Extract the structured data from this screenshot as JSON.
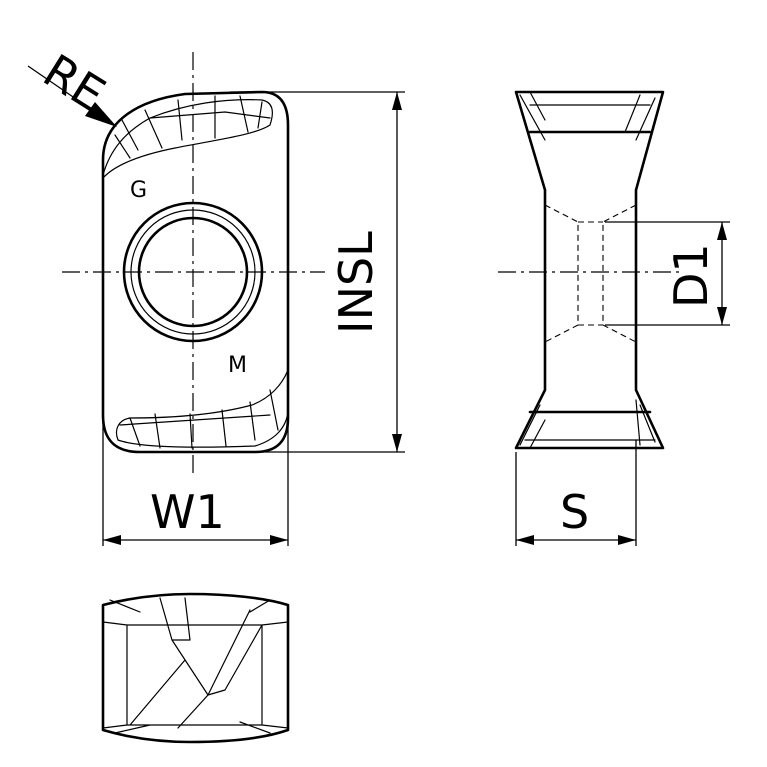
{
  "labels": {
    "re": "RE",
    "insl": "INSL",
    "w1": "W1",
    "d1": "D1",
    "s": "S",
    "mark_g": "G",
    "mark_m": "M"
  }
}
